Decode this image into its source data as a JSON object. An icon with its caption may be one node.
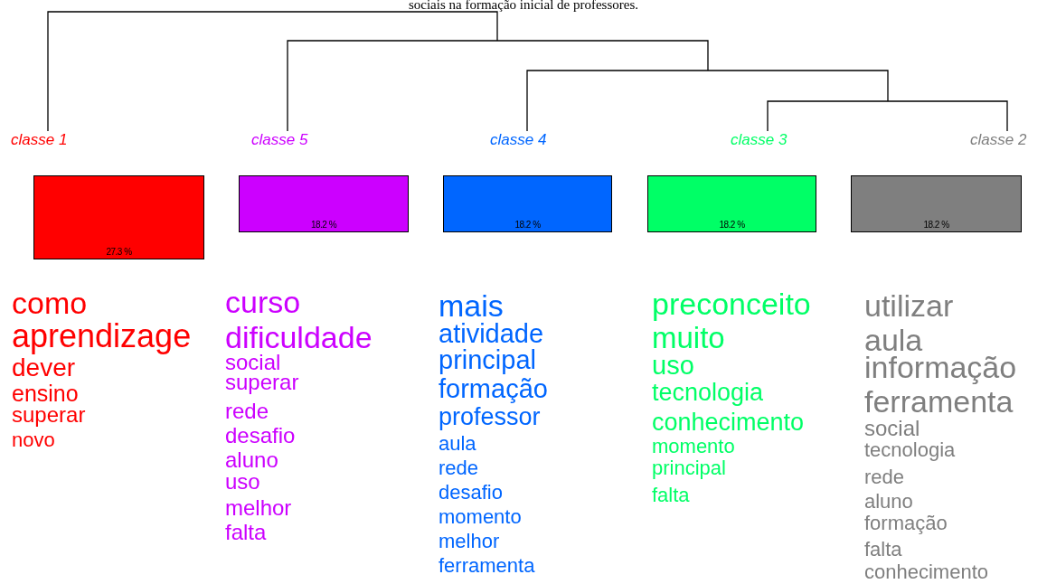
{
  "diagram": {
    "title": "sociais na formação inicial de professores.",
    "nodes": [
      {
        "text": [
          "27.3 %"
        ],
        "beside": [
          "classe 1",
          "como",
          "aprendizage",
          "dever",
          "ensino",
          "superar",
          "novo"
        ]
      },
      {
        "text": [
          "18.2 %"
        ],
        "beside": [
          "classe 5",
          "curso",
          "dificuldade",
          "social",
          "superar",
          "rede",
          "desafio",
          "aluno",
          "uso",
          "melhor",
          "falta"
        ]
      },
      {
        "text": [
          "18.2 %"
        ],
        "beside": [
          "classe 4",
          "mais",
          "atividade",
          "principal",
          "formação",
          "professor",
          "aula",
          "rede",
          "desafio",
          "momento",
          "melhor",
          "ferramenta"
        ]
      },
      {
        "text": [
          "18.2 %"
        ],
        "beside": [
          "classe 3",
          "preconceito",
          "muito",
          "uso",
          "tecnologia",
          "conhecimento",
          "momento",
          "principal",
          "falta"
        ]
      },
      {
        "text": [
          "18.2 %"
        ],
        "beside": [
          "classe 2",
          "utilizar",
          "aula",
          "informação",
          "ferramenta",
          "social",
          "tecnologia",
          "rede",
          "aluno",
          "formação",
          "falta",
          "conhecimento"
        ]
      }
    ]
  }
}
